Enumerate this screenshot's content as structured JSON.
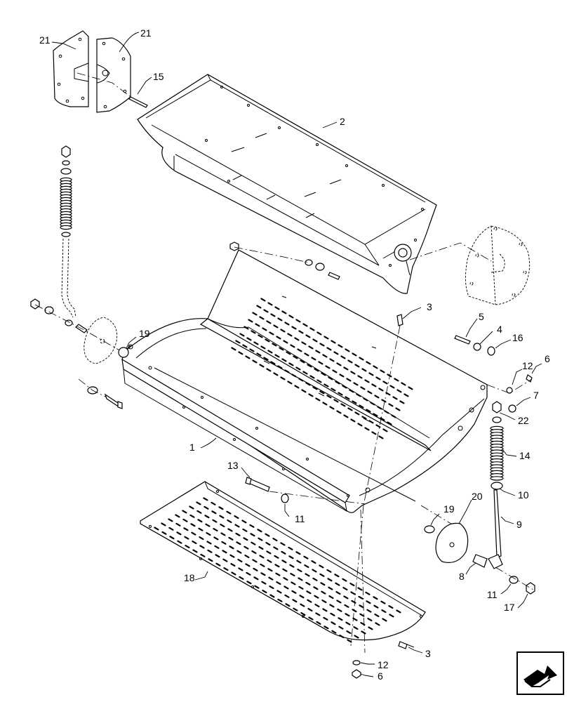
{
  "diagram": {
    "callouts": [
      {
        "id": "c21a",
        "text": "21"
      },
      {
        "id": "c21b",
        "text": "21"
      },
      {
        "id": "c15",
        "text": "15"
      },
      {
        "id": "c2",
        "text": "2"
      },
      {
        "id": "c3a",
        "text": "3"
      },
      {
        "id": "c5",
        "text": "5"
      },
      {
        "id": "c4",
        "text": "4"
      },
      {
        "id": "c16",
        "text": "16"
      },
      {
        "id": "c6a",
        "text": "6"
      },
      {
        "id": "c12a",
        "text": "12"
      },
      {
        "id": "c7",
        "text": "7"
      },
      {
        "id": "c22",
        "text": "22"
      },
      {
        "id": "c19a",
        "text": "19"
      },
      {
        "id": "c1",
        "text": "1"
      },
      {
        "id": "c14",
        "text": "14"
      },
      {
        "id": "c13",
        "text": "13"
      },
      {
        "id": "c10",
        "text": "10"
      },
      {
        "id": "c11a",
        "text": "11"
      },
      {
        "id": "c19b",
        "text": "19"
      },
      {
        "id": "c20",
        "text": "20"
      },
      {
        "id": "c9",
        "text": "9"
      },
      {
        "id": "c18",
        "text": "18"
      },
      {
        "id": "c8",
        "text": "8"
      },
      {
        "id": "c11b",
        "text": "11"
      },
      {
        "id": "c17",
        "text": "17"
      },
      {
        "id": "c3b",
        "text": "3"
      },
      {
        "id": "c12b",
        "text": "12"
      },
      {
        "id": "c6b",
        "text": "6"
      }
    ]
  },
  "navigation": {
    "icon": "next-page-arrow-icon"
  }
}
